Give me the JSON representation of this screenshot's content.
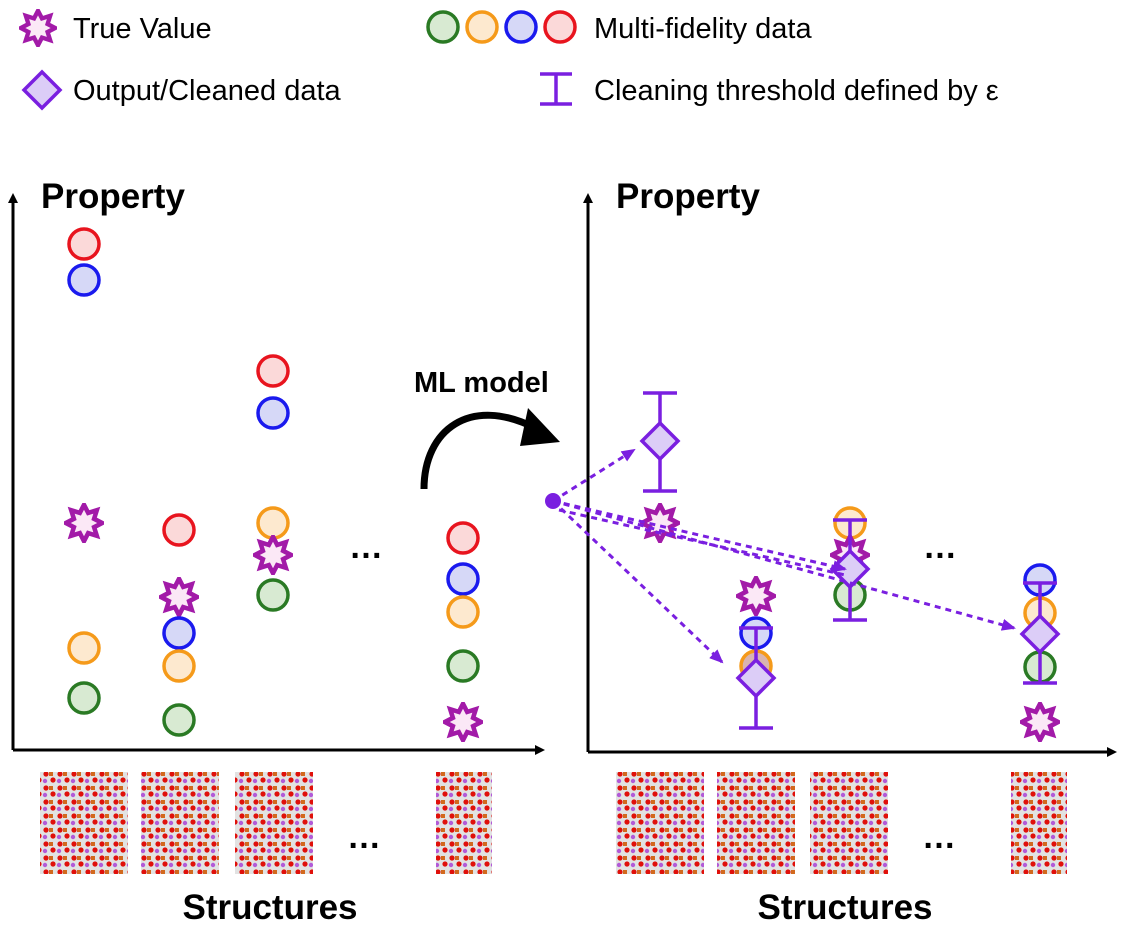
{
  "legend": {
    "true_value": "True Value",
    "multi_fidelity": "Multi-fidelity data",
    "output_cleaned": "Output/Cleaned data",
    "cleaning_threshold": "Cleaning threshold defined by ε"
  },
  "left_panel": {
    "y_label": "Property",
    "x_label": "Structures",
    "ellipsis": "…"
  },
  "right_panel": {
    "y_label": "Property",
    "x_label": "Structures",
    "ellipsis": "…"
  },
  "arrow_label": "ML model",
  "colors": {
    "star": "#a21aa8",
    "star_fill": "#fbe8f6",
    "diamond": "#7a1fe0",
    "diamond_fill": "#dccdf7",
    "red": "#e8141e",
    "red_fill": "#fbd9d9",
    "blue": "#1a1aee",
    "blue_fill": "#d6d8f7",
    "orange": "#f59a1a",
    "orange_fill": "#fde9cf",
    "green": "#2a7a24",
    "green_fill": "#d8ead2",
    "arrow_dashed": "#7a1fe0"
  }
}
